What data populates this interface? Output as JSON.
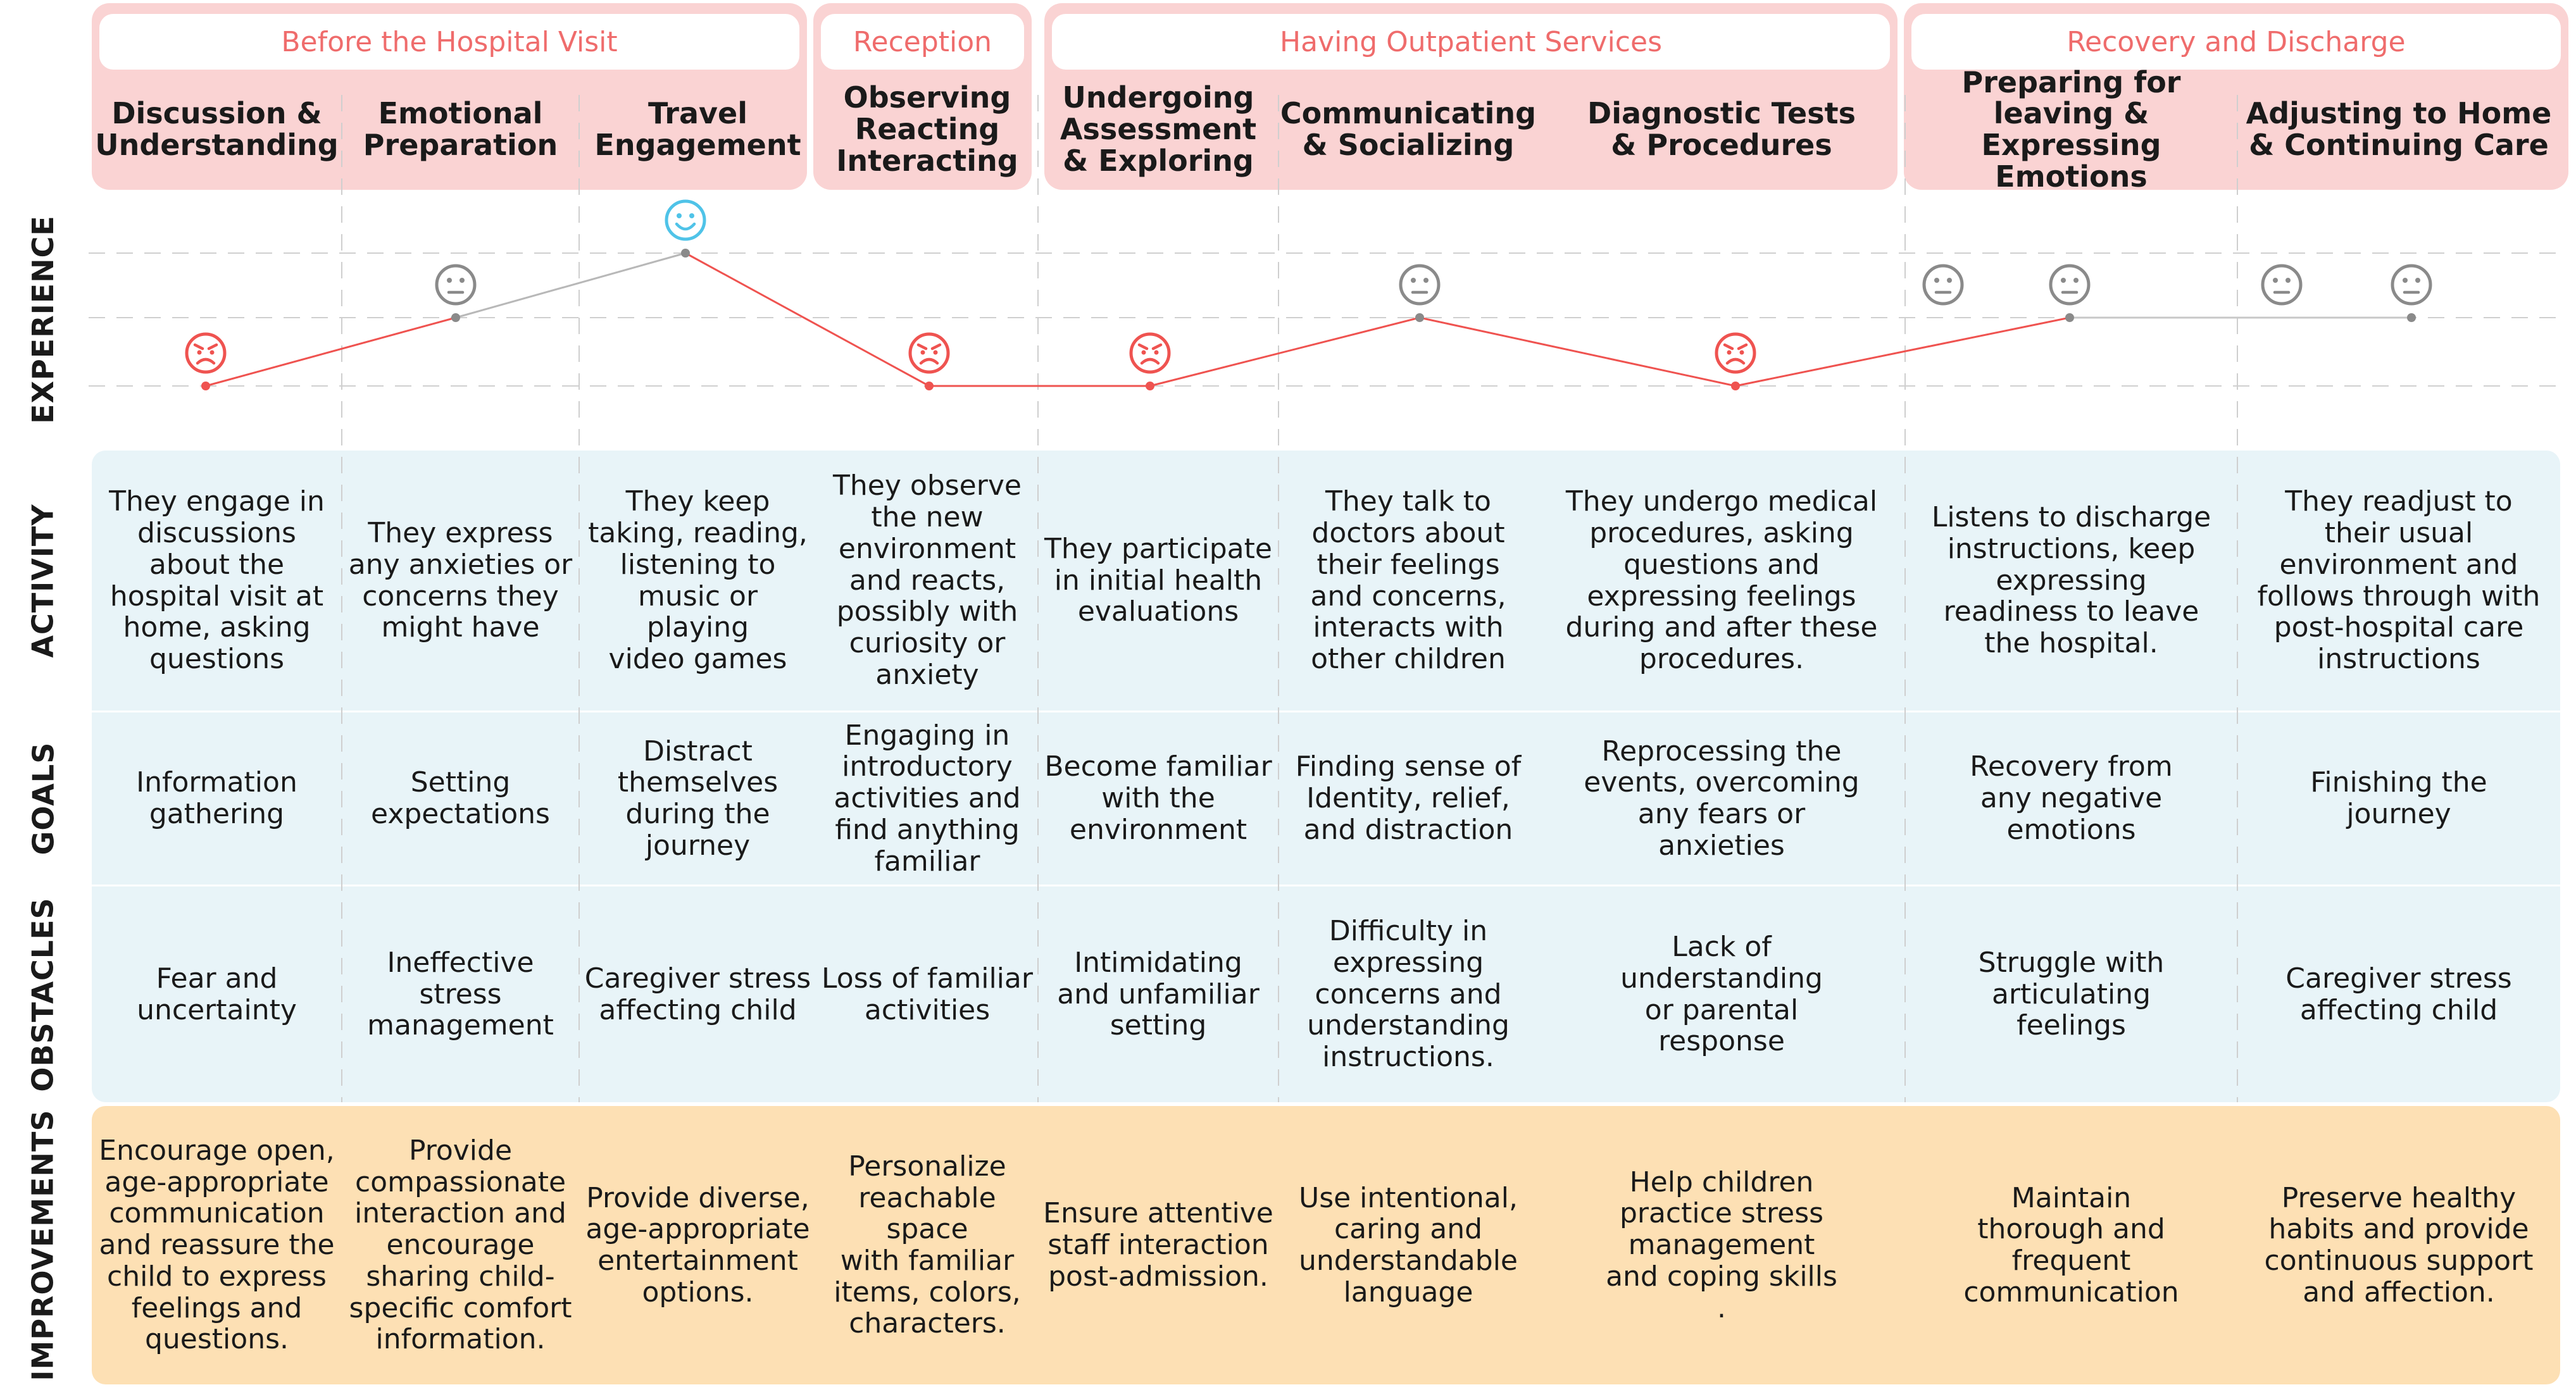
{
  "phases": [
    {
      "label": "Before the Hospital Visit",
      "span": [
        0,
        3
      ]
    },
    {
      "label": "Reception",
      "span": [
        3,
        4
      ]
    },
    {
      "label": "Having Outpatient Services",
      "span": [
        4,
        7
      ]
    },
    {
      "label": "Recovery and Discharge",
      "span": [
        7,
        9
      ]
    }
  ],
  "stages": [
    "Discussion &\nUnderstanding",
    "Emotional\nPreparation",
    "Travel\nEngagement",
    "Observing\nReacting\nInteracting",
    "Undergoing\nAssessment\n& Exploring",
    "Communicating\n& Socializing",
    "Diagnostic Tests\n& Procedures",
    "Preparing for\nleaving &\nExpressing Emotions",
    "Adjusting to Home\n& Continuing Care"
  ],
  "row_labels": {
    "experience": "EXPERIENCE",
    "activity": "ACTIVITY",
    "goals": "GOALS",
    "obstacles": "OBSTACLES",
    "improvements": "IMPROVEMENTS"
  },
  "experience_levels": [
    "negative",
    "neutral",
    "positive"
  ],
  "experience": [
    {
      "mood": "sad",
      "level": 0
    },
    {
      "mood": "neutral",
      "level": 1
    },
    {
      "mood": "happy",
      "level": 2
    },
    {
      "mood": "sad",
      "level": 0
    },
    {
      "mood": "sad",
      "level": 0
    },
    {
      "mood": "neutral",
      "level": 1
    },
    {
      "mood": "sad",
      "level": 0
    },
    {
      "mood": "neutral",
      "level": 1
    },
    {
      "mood": "neutral",
      "level": 1
    }
  ],
  "extra_faces": [
    {
      "mood": "neutral",
      "after_stage": 6
    },
    {
      "mood": "neutral",
      "after_stage": 7
    }
  ],
  "activity": [
    "They engage in\ndiscussions\nabout the\nhospital visit at\nhome, asking\nquestions",
    "They express\nany anxieties or\nconcerns they\nmight have",
    "They keep\ntaking, reading,\nlistening to\nmusic or playing\nvideo games",
    "They observe\nthe new\nenvironment\nand reacts,\npossibly with\ncuriosity or\nanxiety",
    "They participate\nin initial health\nevaluations",
    "They talk to\ndoctors about\ntheir feelings\nand concerns,\ninteracts with\nother children",
    "They undergo medical\nprocedures, asking\nquestions and\nexpressing feelings\nduring and after these\nprocedures.",
    "Listens to discharge\ninstructions, keep\nexpressing\nreadiness to leave\nthe hospital.",
    "They readjust to\ntheir usual\nenvironment and\nfollows through with\npost-hospital care\ninstructions"
  ],
  "goals": [
    "Information\ngathering",
    "Setting\nexpectations",
    "Distract\nthemselves\nduring the\njourney",
    "Engaging in\nintroductory\nactivities and\nfind anything\nfamiliar",
    "Become familiar\nwith the\nenvironment",
    "Finding sense of\nIdentity, relief,\nand distraction",
    "Reprocessing the\nevents, overcoming\nany fears or\nanxieties",
    "Recovery from\nany negative\nemotions",
    "Finishing the\njourney"
  ],
  "obstacles": [
    "Fear and\nuncertainty",
    "Ineffective\nstress\nmanagement",
    "Caregiver stress\naffecting child",
    "Loss of familiar\nactivities",
    "Intimidating\nand unfamiliar\nsetting",
    "Difficulty in\nexpressing\nconcerns and\nunderstanding\ninstructions.",
    "Lack of\nunderstanding\nor parental\nresponse",
    "Struggle with\narticulating\nfeelings",
    "Caregiver stress\naffecting child"
  ],
  "improvements": [
    "Encourage open,\nage-appropriate\ncommunication\nand reassure the\nchild to express\nfeelings and\nquestions.",
    "Provide\ncompassionate\ninteraction and\nencourage\nsharing child-\nspecific comfort\ninformation.",
    "Provide diverse,\nage-appropriate\nentertainment\noptions.",
    "Personalize\nreachable space\nwith familiar\nitems, colors,\ncharacters.",
    "Ensure attentive\nstaff interaction\npost-admission.",
    "Use intentional,\ncaring and\nunderstandable\nlanguage",
    "Help children\npractice stress\nmanagement\nand coping skills\n.",
    "Maintain\nthorough and\nfrequent\ncommunication",
    "Preserve healthy\nhabits and provide\ncontinuous support\nand affection."
  ],
  "colors": {
    "phase_fill": "#fad3d3",
    "phase_text": "#ef6c6c",
    "sad": "#ef5350",
    "neutral": "#8a8a8a",
    "happy": "#4fc3e8",
    "blue_band": "#e8f4f8",
    "orange_band": "#fde0b4"
  },
  "icons": {
    "sad": "sad-face-icon",
    "neutral": "neutral-face-icon",
    "happy": "happy-face-icon"
  }
}
